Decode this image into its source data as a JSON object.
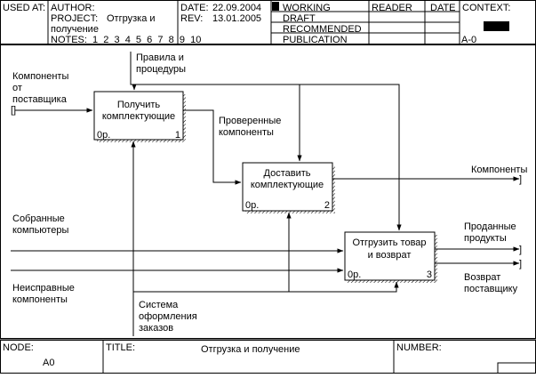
{
  "header": {
    "used_at": "USED AT:",
    "author_label": "AUTHOR:",
    "project_label": "PROJECT:",
    "project_value_1": "Отгрузка и",
    "project_value_2": "получение",
    "notes_label": "NOTES:",
    "notes_value": "1  2  3  4  5  6  7  8  9  10",
    "date_label": "DATE:",
    "date_value": "22.09.2004",
    "rev_label": "REV:",
    "rev_value": "13.01.2005",
    "status": [
      "WORKING",
      "DRAFT",
      "RECOMMENDED",
      "PUBLICATION"
    ],
    "reader_label": "READER",
    "reader_date_label": "DATE",
    "context_label": "CONTEXT:",
    "context_node": "A-0"
  },
  "activities": [
    {
      "title_1": "Получить",
      "title_2": "комплектующие",
      "cost": "0р.",
      "number": "1"
    },
    {
      "title_1": "Доставить",
      "title_2": "комплектующие",
      "cost": "0р.",
      "number": "2"
    },
    {
      "title_1": "Отгрузить товар",
      "title_2": "и возврат",
      "cost": "0р.",
      "number": "3"
    }
  ],
  "arrows": {
    "input_supplier": [
      "Компоненты",
      "от",
      "поставщика"
    ],
    "control_rules": [
      "Правила и",
      "процедуры"
    ],
    "checked": [
      "Проверенные",
      "компоненты"
    ],
    "out_components": "Компоненты",
    "assembled": [
      "Собранные",
      "компьютеры"
    ],
    "sold": [
      "Проданные",
      "продукты"
    ],
    "faulty": [
      "Неисправные",
      "компоненты"
    ],
    "return_supplier": [
      "Возврат",
      "поставщику"
    ],
    "order_system": [
      "Система",
      "оформления",
      "заказов"
    ]
  },
  "footer": {
    "node_label": "NODE:",
    "node_value": "A0",
    "title_label": "TITLE:",
    "title_value": "Отгрузка и получение",
    "number_label": "NUMBER:"
  }
}
